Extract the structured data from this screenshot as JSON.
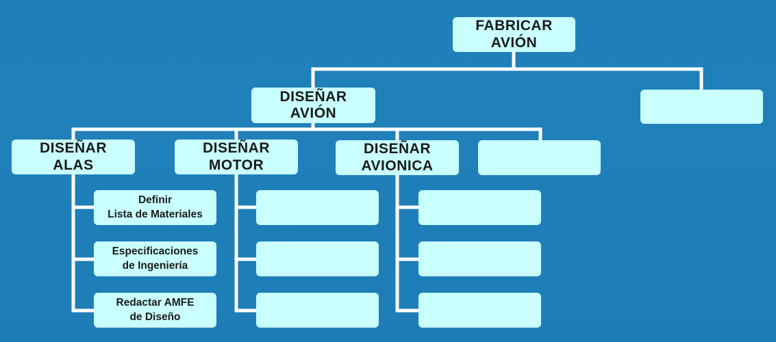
{
  "root": {
    "label": "FABRICAR\nAVIÓN"
  },
  "level1": {
    "design": "DISEÑAR\nAVIÓN",
    "empty": ""
  },
  "level2": {
    "wings": "DISEÑAR\nALAS",
    "motor": "DISEÑAR\nMOTOR",
    "avionics": "DISEÑAR\nAVIONICA",
    "empty": ""
  },
  "wings_tasks": [
    "Definir\nLista de Materiales",
    "Especificaciones\nde Ingeniería",
    "Redactar AMFE\nde Diseño"
  ],
  "colors": {
    "background": "#1f7fb8",
    "box_fill": "#c9ffff",
    "connector": "#ffffff",
    "text": "#1a1a1a"
  }
}
